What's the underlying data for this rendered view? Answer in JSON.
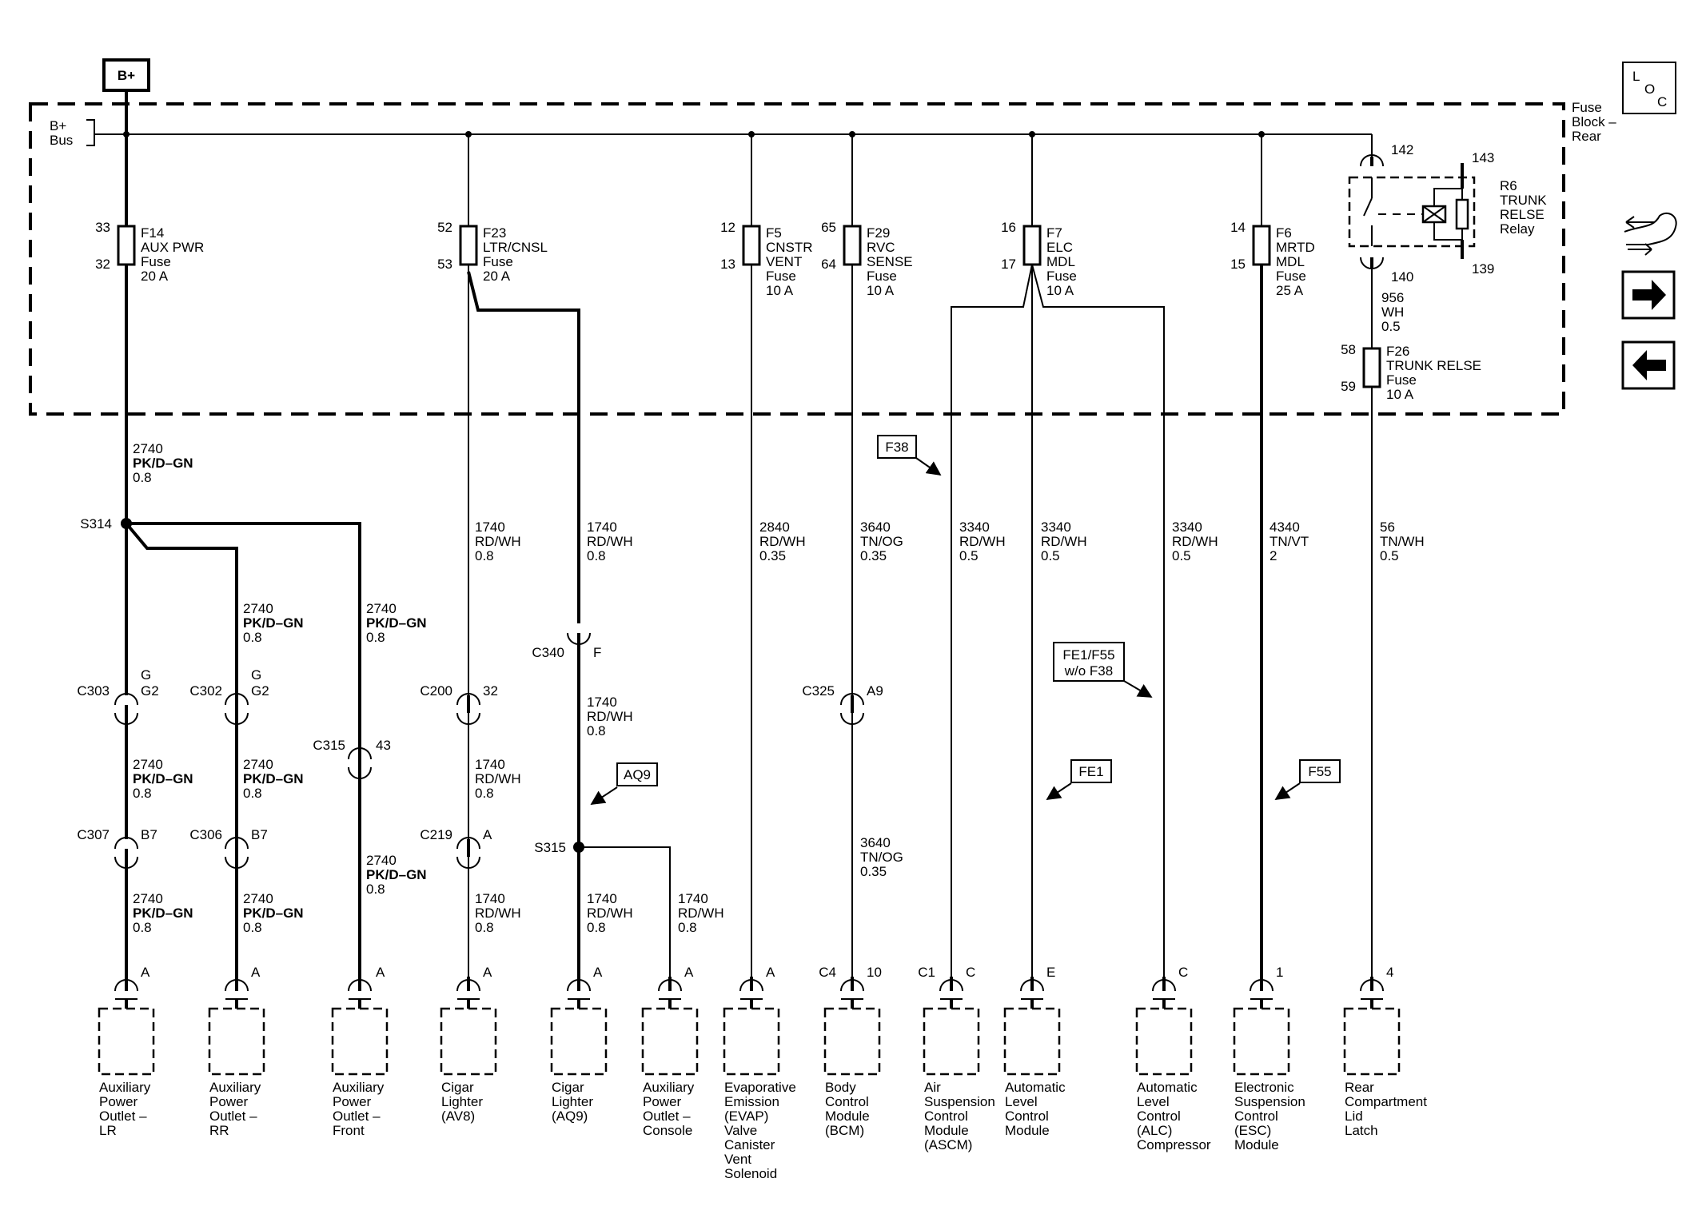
{
  "power": {
    "bplus": "B+",
    "bus_label_1": "B+",
    "bus_label_2": "Bus"
  },
  "loc": {
    "l": "L",
    "o": "O",
    "c": "C"
  },
  "fuse_block": {
    "l1": "Fuse",
    "l2": "Block –",
    "l3": "Rear"
  },
  "fuses": [
    {
      "id": "F14",
      "in": "33",
      "out": "32",
      "l1": "AUX PWR",
      "l2": "Fuse",
      "l3": "20 A"
    },
    {
      "id": "F23",
      "in": "52",
      "out": "53",
      "l1": "LTR/CNSL",
      "l2": "Fuse",
      "l3": "20 A"
    },
    {
      "id": "F5",
      "in": "12",
      "out": "13",
      "l1": "CNSTR",
      "l2": "VENT",
      "l3": "Fuse",
      "l4": "10 A"
    },
    {
      "id": "F29",
      "in": "65",
      "out": "64",
      "l1": "RVC",
      "l2": "SENSE",
      "l3": "Fuse",
      "l4": "10 A"
    },
    {
      "id": "F7",
      "in": "16",
      "out": "17",
      "l1": "ELC",
      "l2": "MDL",
      "l3": "Fuse",
      "l4": "10 A"
    },
    {
      "id": "F6",
      "in": "14",
      "out": "15",
      "l1": "MRTD",
      "l2": "MDL",
      "l3": "Fuse",
      "l4": "25 A"
    },
    {
      "id": "F26",
      "in": "58",
      "out": "59",
      "l1": "TRUNK RELSE",
      "l2": "Fuse",
      "l3": "10 A"
    }
  ],
  "relay": {
    "id": "R6",
    "l1": "TRUNK",
    "l2": "RELSE",
    "l3": "Relay",
    "p142": "142",
    "p143": "143",
    "p140": "140",
    "p139": "139"
  },
  "relay_wire": {
    "c": "956",
    "col": "WH",
    "g": "0.5"
  },
  "wires": {
    "pk_08": {
      "c": "2740",
      "col": "PK/D–GN",
      "g": "0.8"
    },
    "rd_08": {
      "c": "1740",
      "col": "RD/WH",
      "g": "0.8"
    },
    "evap": {
      "c": "2840",
      "col": "RD/WH",
      "g": "0.35"
    },
    "bcm": {
      "c": "3640",
      "col": "TN/OG",
      "g": "0.35"
    },
    "alc": {
      "c": "3340",
      "col": "RD/WH",
      "g": "0.5"
    },
    "esc": {
      "c": "4340",
      "col": "TN/VT",
      "g": "2"
    },
    "trunk": {
      "c": "56",
      "col": "TN/WH",
      "g": "0.5"
    }
  },
  "splices": {
    "s314": "S314",
    "s315": "S315"
  },
  "connectors": {
    "c303": "C303",
    "c302": "C302",
    "c307": "C307",
    "c306": "C306",
    "c315": "C315",
    "c200": "C200",
    "c219": "C219",
    "c340": "C340",
    "c325": "C325",
    "g": "G",
    "g2": "G2",
    "b7": "B7",
    "p43": "43",
    "p32": "32",
    "a": "A",
    "f": "F",
    "a9": "A9"
  },
  "options": {
    "f38": "F38",
    "fe1f55_1": "FE1/F55",
    "fe1f55_2": "w/o F38",
    "fe1": "FE1",
    "f55": "F55",
    "aq9": "AQ9"
  },
  "pins": {
    "a": "A",
    "c4": "C4",
    "p10": "10",
    "c1": "C1",
    "c": "C",
    "e": "E",
    "p1": "1",
    "p4": "4"
  },
  "components": [
    {
      "lines": [
        "Auxiliary",
        "Power",
        "Outlet –",
        "LR"
      ]
    },
    {
      "lines": [
        "Auxiliary",
        "Power",
        "Outlet –",
        "RR"
      ]
    },
    {
      "lines": [
        "Auxiliary",
        "Power",
        "Outlet –",
        "Front"
      ]
    },
    {
      "lines": [
        "Cigar",
        "Lighter",
        "(AV8)"
      ]
    },
    {
      "lines": [
        "Cigar",
        "Lighter",
        "(AQ9)"
      ]
    },
    {
      "lines": [
        "Auxiliary",
        "Power",
        "Outlet –",
        "Console"
      ]
    },
    {
      "lines": [
        "Evaporative",
        "Emission",
        "(EVAP)",
        "Valve",
        "Canister",
        "Vent",
        "Solenoid"
      ]
    },
    {
      "lines": [
        "Body",
        "Control",
        "Module",
        "(BCM)"
      ]
    },
    {
      "lines": [
        "Air",
        "Suspension",
        "Control",
        "Module",
        "(ASCM)"
      ]
    },
    {
      "lines": [
        "Automatic",
        "Level",
        "Control",
        "Module"
      ]
    },
    {
      "lines": [
        "Automatic",
        "Level",
        "Control",
        "(ALC)",
        "Compressor"
      ]
    },
    {
      "lines": [
        "Electronic",
        "Suspension",
        "Control",
        "(ESC)",
        "Module"
      ]
    },
    {
      "lines": [
        "Rear",
        "Compartment",
        "Lid",
        "Latch"
      ]
    }
  ],
  "nav_icons": [
    "harness-navigation-icon",
    "next-page-icon",
    "previous-page-icon"
  ]
}
